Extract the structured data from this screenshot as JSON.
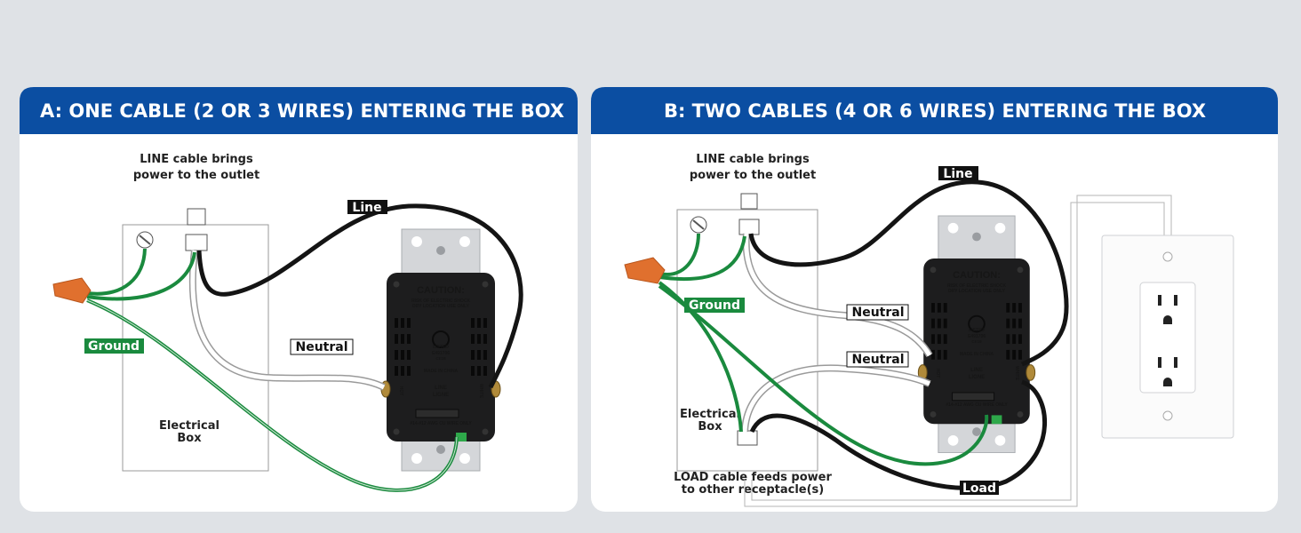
{
  "colors": {
    "header": "#0b4ea2",
    "ground": "#1a8a3e",
    "line": "#141414",
    "neutral": "#ffffff",
    "background": "#dfe2e6",
    "wire_nut": "#e0702e"
  },
  "panel_a": {
    "title": "A: ONE CABLE (2 OR 3 WIRES) ENTERING THE BOX",
    "note_line1": "LINE cable brings",
    "note_line2": "power to the outlet",
    "box_line1": "Electrical",
    "box_line2": "Box",
    "labels": {
      "line": "Line",
      "neutral": "Neutral",
      "ground": "Ground"
    }
  },
  "panel_b": {
    "title": "B: TWO CABLES (4 OR 6 WIRES) ENTERING THE BOX",
    "note_line1": "LINE cable brings",
    "note_line2": "power to the outlet",
    "box_line1": "Electrical",
    "box_line2": "Box",
    "load_note_line1": "LOAD cable feeds power",
    "load_note_line2": "to other receptacle(s)",
    "labels": {
      "line": "Line",
      "neutral": "Neutral",
      "neutral2": "Neutral",
      "ground": "Ground",
      "load": "Load"
    }
  },
  "receptacle": {
    "caution": "CAUTION:",
    "warning1": "RISK OF ELECTRIC SHOCK",
    "warning2": "DRY LOCATION USE ONLY",
    "listed": "LISTED",
    "listing_no": "E491706",
    "ce": "CE19",
    "made_in": "MADE IN CHINA",
    "hot": "HOT",
    "line": "LINE",
    "ligne": "LIGNE",
    "white": "WHITE",
    "wire_spec": "#14-#12 AWG CU WIRE ONLY"
  }
}
